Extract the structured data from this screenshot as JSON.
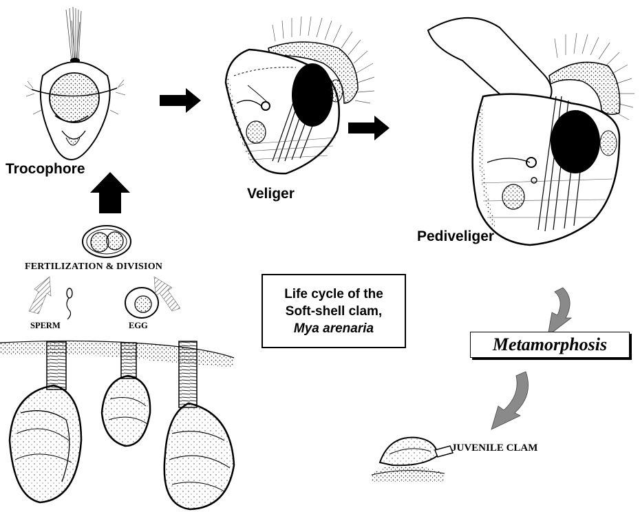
{
  "labels": {
    "trocophore": "Trocophore",
    "veliger": "Veliger",
    "pediveliger": "Pediveliger",
    "fertilization": "FERTILIZATION & DIVISION",
    "sperm": "SPERM",
    "egg": "EGG",
    "juvenile": "JUVENILE CLAM",
    "metamorphosis": "Metamorphosis"
  },
  "title": {
    "line1": "Life cycle of the",
    "line2": "Soft-shell clam,",
    "line3": "Mya arenaria"
  },
  "colors": {
    "ink": "#000000",
    "paper": "#ffffff",
    "stipple": "#555555",
    "arrow_gray": "#8a8a8a"
  },
  "icons": [
    "black-arrow-right-icon",
    "black-arrow-up-icon",
    "gray-curved-arrow-icon"
  ]
}
